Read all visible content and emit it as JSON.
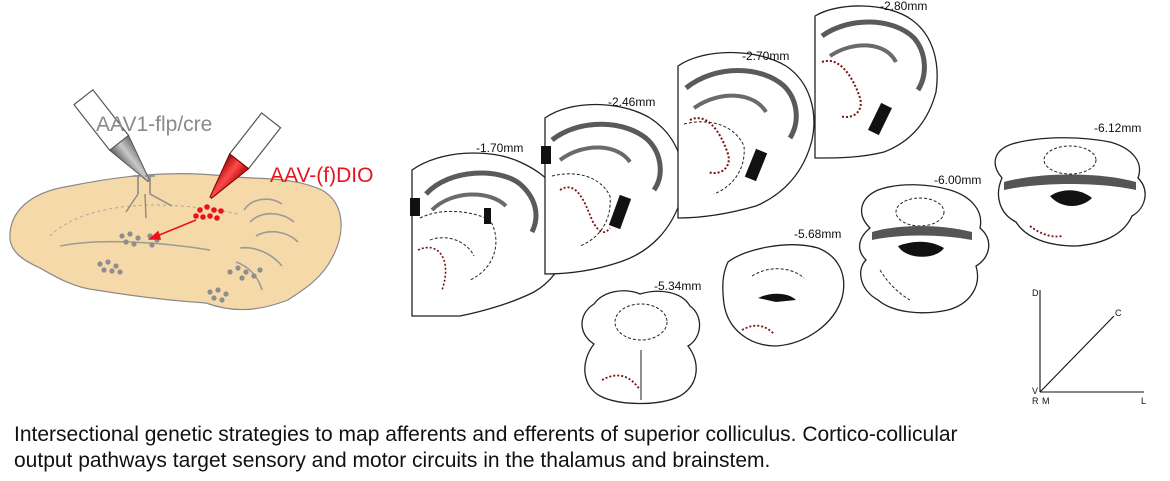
{
  "injection": {
    "vector_left": "AAV1-flp/cre",
    "vector_right": "AAV-(f)DIO"
  },
  "sections": [
    {
      "label": "-1.70mm"
    },
    {
      "label": "-2.46mm"
    },
    {
      "label": "-2.70mm"
    },
    {
      "label": "-2.80mm"
    },
    {
      "label": "-5.34mm"
    },
    {
      "label": "-5.68mm"
    },
    {
      "label": "-6.00mm"
    },
    {
      "label": "-6.12mm"
    }
  ],
  "axes": {
    "d": "D",
    "c": "C",
    "v": "V",
    "r": "R",
    "m": "M",
    "l": "L"
  },
  "caption": {
    "line1": "Intersectional genetic strategies to map afferents and efferents of superior colliculus. Cortico-collicular",
    "line2": "output pathways target sensory and motor circuits in the thalamus and brainstem."
  },
  "colors": {
    "brain_fill": "#f5d9a8",
    "label_red": "#e8141b",
    "label_gray": "#8a8a8a",
    "fiber": "#7a1010",
    "outline_gray": "#6b6b6b"
  }
}
